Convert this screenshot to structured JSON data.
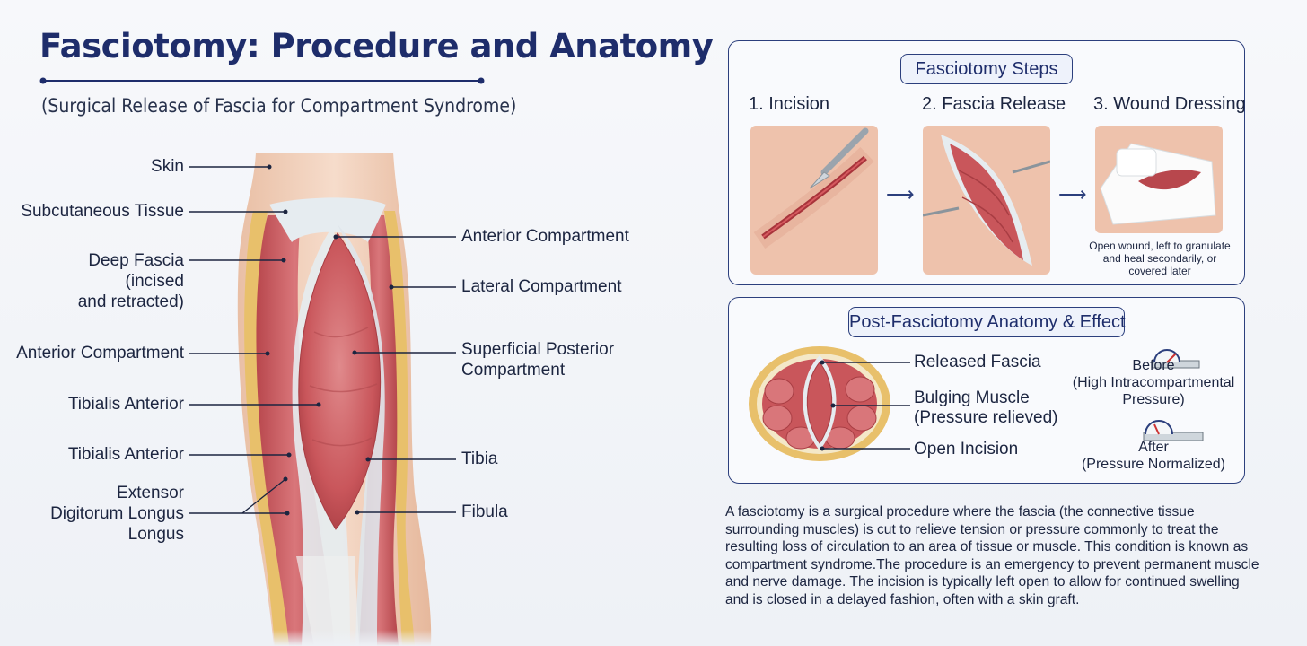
{
  "title": "Fasciotomy: Procedure and Anatomy",
  "subtitle": "(Surgical Release of Fascia for Compartment Syndrome)",
  "leg_labels": {
    "left": [
      "Skin",
      "Subcutaneous Tissue",
      "Deep Fascia\n(incised\nand retracted)",
      "Anterior Compartment",
      "Tibialis Anterior",
      "Tibialis Anterior",
      "Extensor\nDigitorum Longus\nLongus"
    ],
    "right": [
      "Anterior Compartment",
      "Lateral Compartment",
      "Superficial Posterior\nCompartment",
      "Tibia",
      "Fibula"
    ]
  },
  "steps_panel": {
    "header": "Fasciotomy Steps",
    "steps": [
      "1. Incision",
      "2. Fascia Release",
      "3. Wound Dressing"
    ],
    "arrow_icon": "right-arrow-icon",
    "dressing_note": "Open wound, left to granulate\nand heal secondarily, or\ncovered later"
  },
  "post_panel": {
    "header": "Post-Fasciotomy Anatomy & Effect",
    "labels": [
      "Released Fascia",
      "Bulging Muscle\n(Pressure relieved)",
      "Open Incision"
    ],
    "before_label": "Before\n(High Intracompartmental\nPressure)",
    "after_label": "After\n(Pressure Normalized)",
    "gauge_icon": "pressure-gauge-icon"
  },
  "description": "A fasciotomy is a surgical procedure where the fascia (the connective tissue surrounding muscles) is cut to relieve tension or pressure commonly to treat the resulting loss of circulation to an area of tissue or muscle. This condition is known as compartment syndrome.The procedure is an emergency to prevent permanent muscle and nerve damage. The incision is typically left open to allow for continued swelling and is closed in a delayed fashion, often with a skin graft.",
  "colors": {
    "navy": "#1e2d6b",
    "muscle": "#c9565b",
    "skin": "#f1d2bd",
    "fat": "#e9c46a",
    "fascia": "#e6ecf0"
  }
}
